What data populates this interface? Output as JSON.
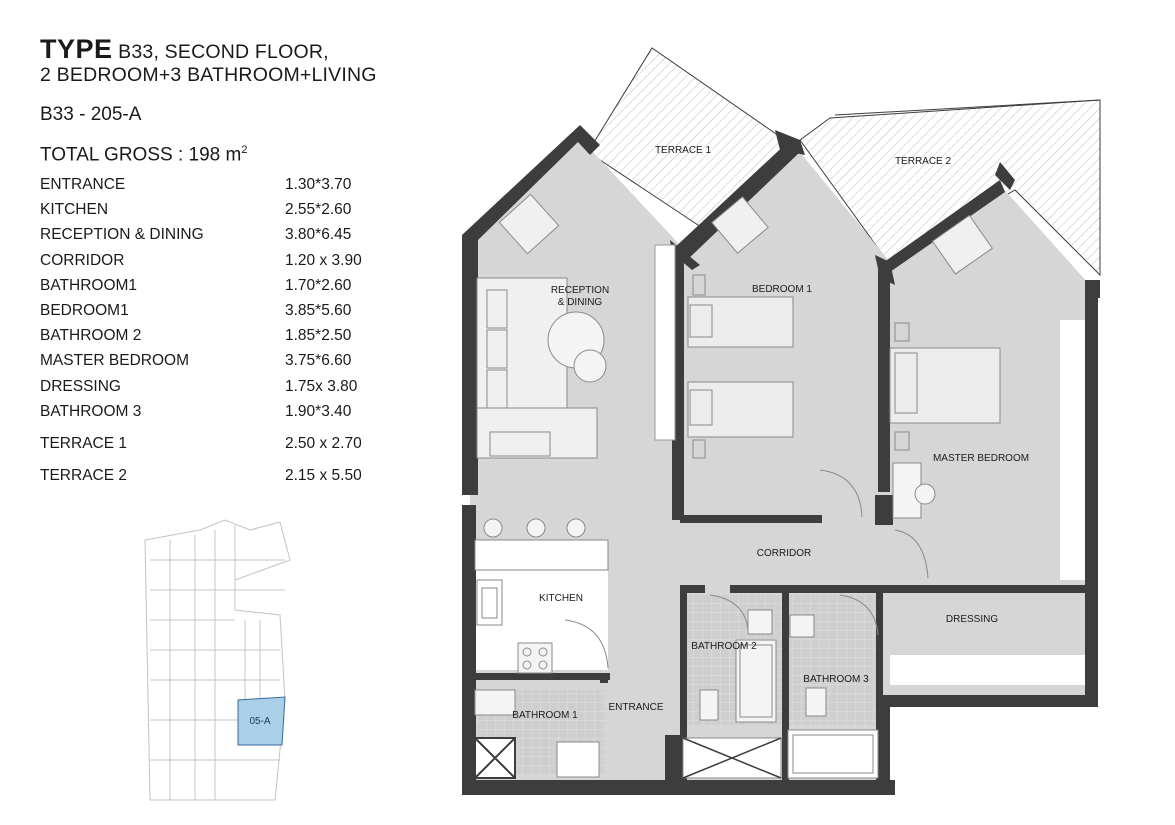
{
  "header": {
    "type_word": "TYPE",
    "title_rest": " B33, SECOND FLOOR,",
    "subtitle": "2 BEDROOM+3 BATHROOM+LIVING",
    "unit_code": "B33 - 205-A",
    "gross_label": "TOTAL GROSS : 198 m",
    "gross_sup": "2"
  },
  "rooms": [
    {
      "name": "ENTRANCE",
      "dim": "1.30*3.70"
    },
    {
      "name": "KITCHEN",
      "dim": "2.55*2.60"
    },
    {
      "name": "RECEPTION & DINING",
      "dim": "3.80*6.45"
    },
    {
      "name": "CORRIDOR",
      "dim": "1.20 x 3.90"
    },
    {
      "name": "BATHROOM1",
      "dim": "1.70*2.60"
    },
    {
      "name": "BEDROOM1",
      "dim": "3.85*5.60"
    },
    {
      "name": "BATHROOM 2",
      "dim": "1.85*2.50"
    },
    {
      "name": "MASTER BEDROOM",
      "dim": "3.75*6.60"
    },
    {
      "name": "DRESSING",
      "dim": "1.75x 3.80"
    },
    {
      "name": "BATHROOM 3",
      "dim": "1.90*3.40"
    },
    {
      "name": "TERRACE 1",
      "dim": "2.50 x 2.70"
    },
    {
      "name": "TERRACE 2",
      "dim": "2.15 x 5.50"
    }
  ],
  "plan_labels": {
    "terrace1": "TERRACE 1",
    "terrace2": "TERRACE 2",
    "reception_1": "RECEPTION",
    "reception_2": "& DINING",
    "bedroom1": "BEDROOM 1",
    "master": "MASTER BEDROOM",
    "corridor": "CORRIDOR",
    "kitchen": "KITCHEN",
    "bathroom2": "BATHROOM 2",
    "dressing": "DRESSING",
    "bathroom3": "BATHROOM 3",
    "bathroom1": "BATHROOM 1",
    "entrance": "ENTRANCE"
  },
  "key_plan": {
    "unit_tag": "05-A",
    "highlight_color": "#a9cfe9"
  },
  "colors": {
    "wall": "#3d3d3d",
    "floor": "#d6d6d6",
    "terrace_hatch": "#bfbfbf"
  }
}
